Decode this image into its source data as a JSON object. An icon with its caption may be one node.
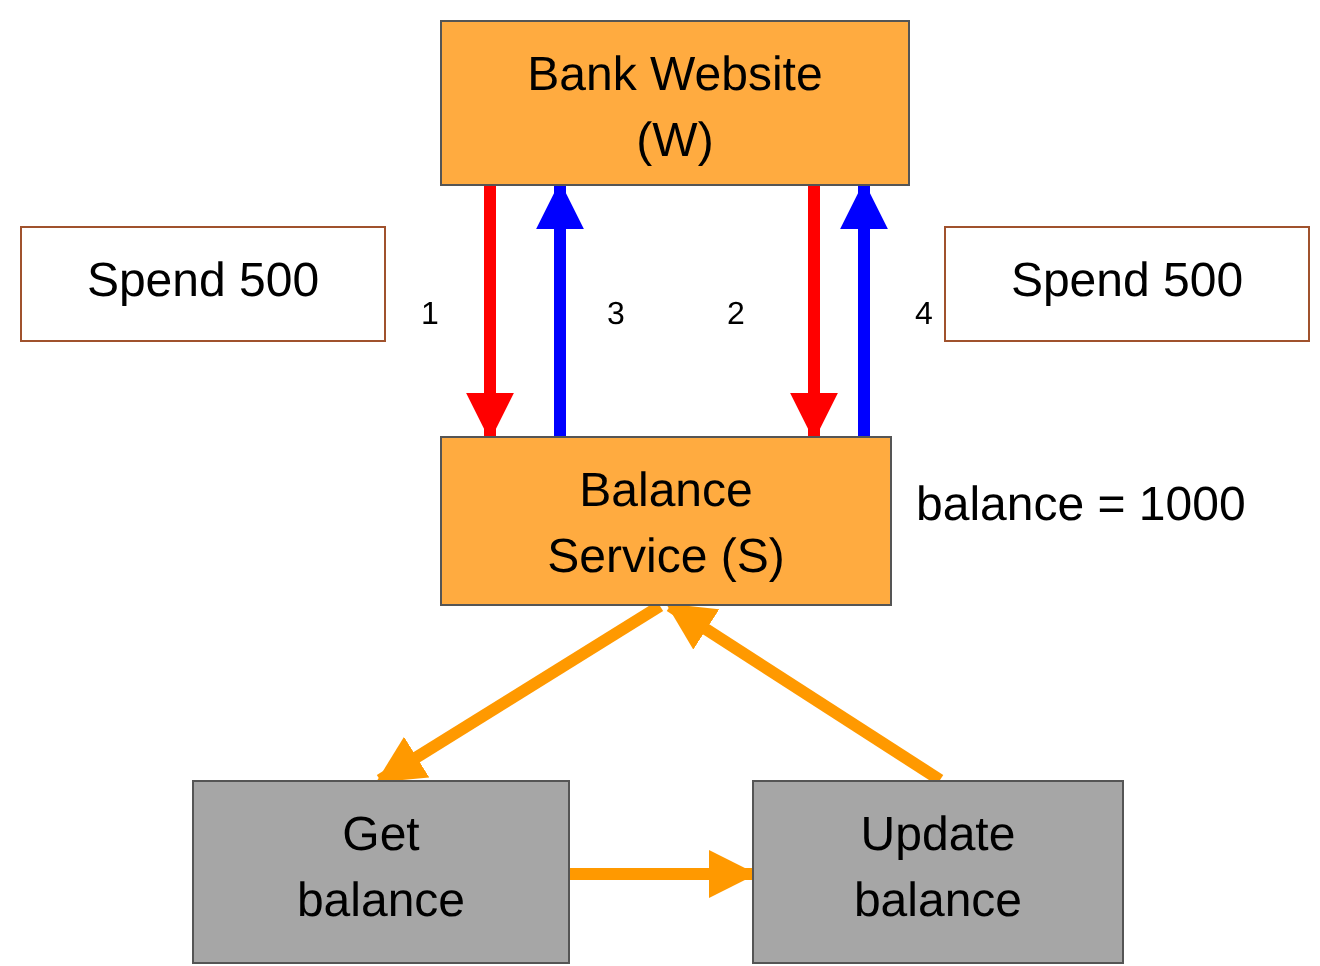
{
  "diagram": {
    "nodes": [
      {
        "text": [
          "Bank Website (W)"
        ]
      },
      {
        "text": [
          "Spend 500"
        ]
      },
      {
        "text": [
          "Spend 500"
        ]
      },
      {
        "text": [
          "Balance Service (S)"
        ],
        "beside": [
          "balance = 1000"
        ]
      },
      {
        "text": [
          "Get balance"
        ]
      },
      {
        "text": [
          "Update balance"
        ]
      }
    ],
    "edges": [
      {
        "from": 0,
        "to": 3,
        "arrow": "to",
        "label": "1",
        "color": "#ff0000"
      },
      {
        "from": 3,
        "to": 0,
        "arrow": "to",
        "label": "3",
        "color": "#0000ff"
      },
      {
        "from": 0,
        "to": 3,
        "arrow": "to",
        "label": "2",
        "color": "#ff0000"
      },
      {
        "from": 3,
        "to": 0,
        "arrow": "to",
        "label": "4",
        "color": "#0000ff"
      },
      {
        "from": 3,
        "to": 4,
        "arrow": "to",
        "color": "#ff9900"
      },
      {
        "from": 4,
        "to": 5,
        "arrow": "to",
        "color": "#ff9900"
      },
      {
        "from": 5,
        "to": 3,
        "arrow": "to",
        "color": "#ff9900"
      }
    ]
  }
}
